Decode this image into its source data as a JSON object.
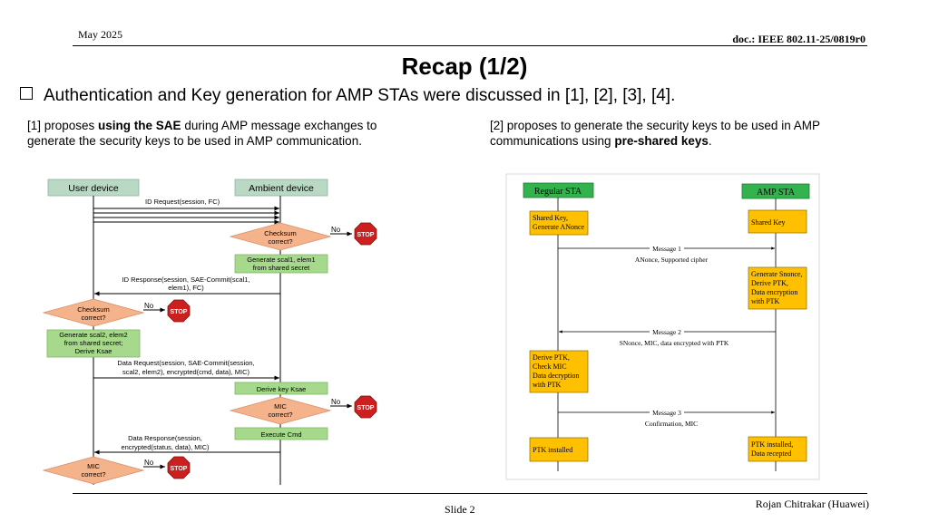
{
  "header": {
    "date": "May 2025",
    "doc_id": "doc.: IEEE 802.11-25/0819r0"
  },
  "title": "Recap (1/2)",
  "bullet": "Authentication and Key generation for AMP STAs were discussed in [1], [2], [3], [4].",
  "left_text": {
    "pre": "[1] proposes ",
    "bold": "using the SAE",
    "post": " during AMP message exchanges to generate the security keys to be used in AMP communication."
  },
  "right_text": {
    "pre": "[2] proposes to generate the security keys to be used in AMP communications using ",
    "bold": "pre-shared keys",
    "post": "."
  },
  "diagram1": {
    "user_device": "User device",
    "ambient_device": "Ambient device",
    "msg_id_request": "ID Request(session,  FC)",
    "checksum_1": [
      "Checksum",
      "correct?"
    ],
    "no_label": "No",
    "stop_label": "STOP",
    "gen_scal1": [
      "Generate  scal1, elem1",
      "from shared secret"
    ],
    "msg_id_response": [
      "ID Response(session,  SAE-Commit(scal1,",
      "elem1),  FC)"
    ],
    "checksum_2": [
      "Checksum",
      "correct?"
    ],
    "gen_scal2": [
      "Generate  scal2, elem2",
      "from shared secret;",
      "Derive Ksae"
    ],
    "msg_data_request": [
      "Data Request(session,  SAE-Commit(session,",
      "scal2, elem2),  encrypted(cmd, data),  MIC)"
    ],
    "derive_key": "Derive key Ksae",
    "mic_1": [
      "MIC",
      "correct?"
    ],
    "execute_cmd": "Execute Cmd",
    "msg_data_response": [
      "Data Response(session,",
      "encrypted(status,  data),  MIC)"
    ],
    "mic_2": [
      "MIC",
      "correct?"
    ]
  },
  "diagram2": {
    "regular_sta": "Regular STA",
    "amp_sta": "AMP STA",
    "box_shared_key_gen": [
      "Shared Key,",
      "Generate ANonce"
    ],
    "box_shared_key": "Shared Key",
    "message1": "Message 1",
    "message1_sub": "ANonce, Supported cipher",
    "box_generate_snonce": [
      "Generate Snonce,",
      "Derive PTK,",
      "Data encryption",
      "with PTK"
    ],
    "message2": "Message 2",
    "message2_sub": "SNonce, MIC, data encrypted with PTK",
    "box_derive_ptk": [
      "Derive PTK,",
      "Check MIC",
      "Data decryption",
      "with PTK"
    ],
    "message3": "Message 3",
    "message3_sub": "Confirmation, MIC",
    "box_ptk_installed": "PTK installed",
    "box_ptk_installed_amp": [
      "PTK installed,",
      "Data recepted"
    ]
  },
  "footer": {
    "slide": "Slide 2",
    "author": "Rojan Chitrakar (Huawei)"
  },
  "colors": {
    "lifeline_header": "#b9d9c5",
    "green_box": "#a6d98c",
    "diamond": "#f5b38c",
    "stop_red": "#cc1f1f",
    "sta_green": "#33b34d",
    "sta_box_yellow": "#ffc000"
  }
}
